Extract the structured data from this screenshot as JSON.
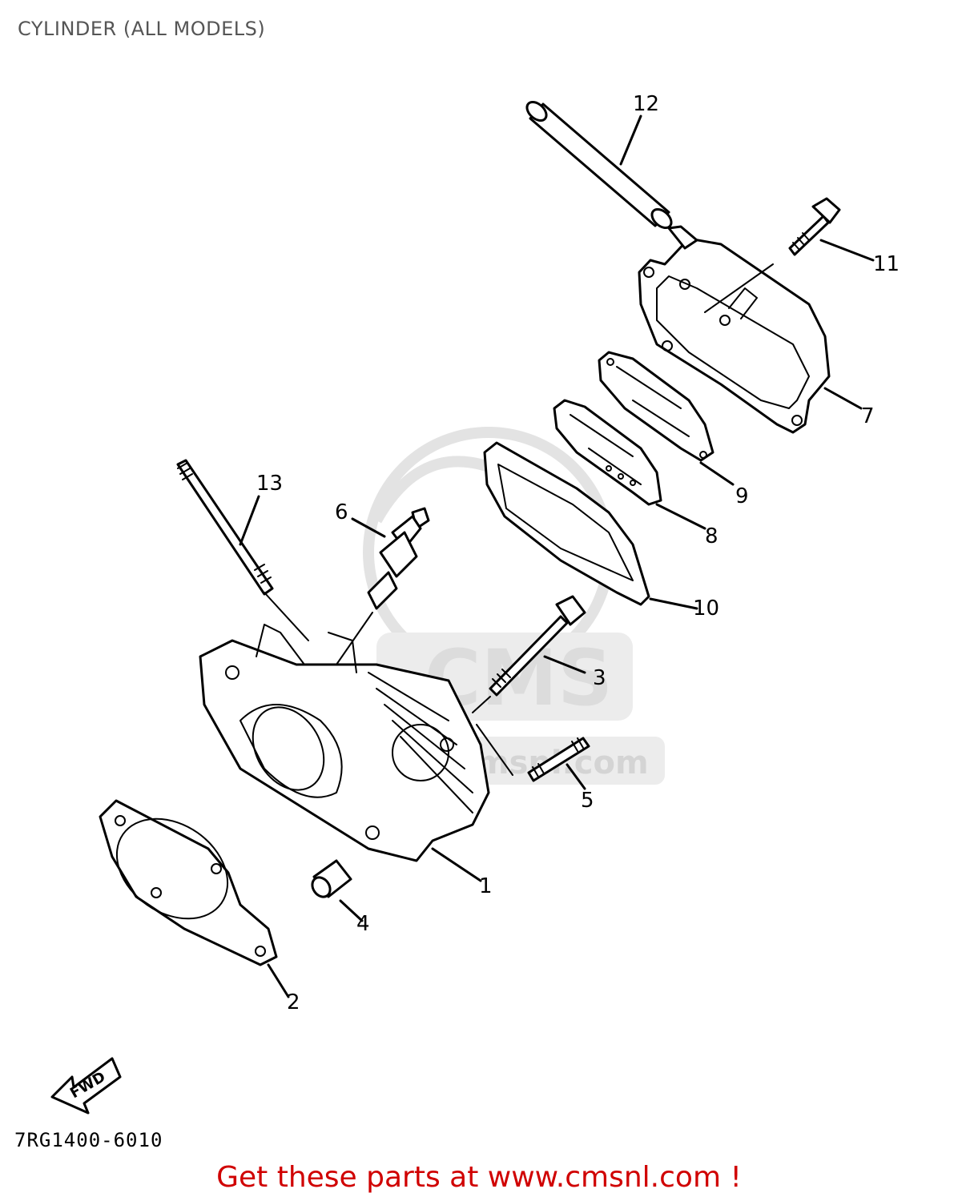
{
  "title": "CYLINDER (ALL MODELS)",
  "callouts": {
    "c1": "1",
    "c2": "2",
    "c3": "3",
    "c4": "4",
    "c5": "5",
    "c6": "6",
    "c7": "7",
    "c8": "8",
    "c9": "9",
    "c10": "10",
    "c11": "11",
    "c12": "12",
    "c13": "13"
  },
  "fwd_label": "FWD",
  "diagram_code": "7RG1400-6010",
  "promo_text": "Get these parts at www.cmsnl.com !",
  "watermark_text": "CMS",
  "watermark_url": ".cmsnl.com",
  "colors": {
    "promo": "#d00000",
    "title": "#555555",
    "watermark": "#e3e3e3"
  }
}
